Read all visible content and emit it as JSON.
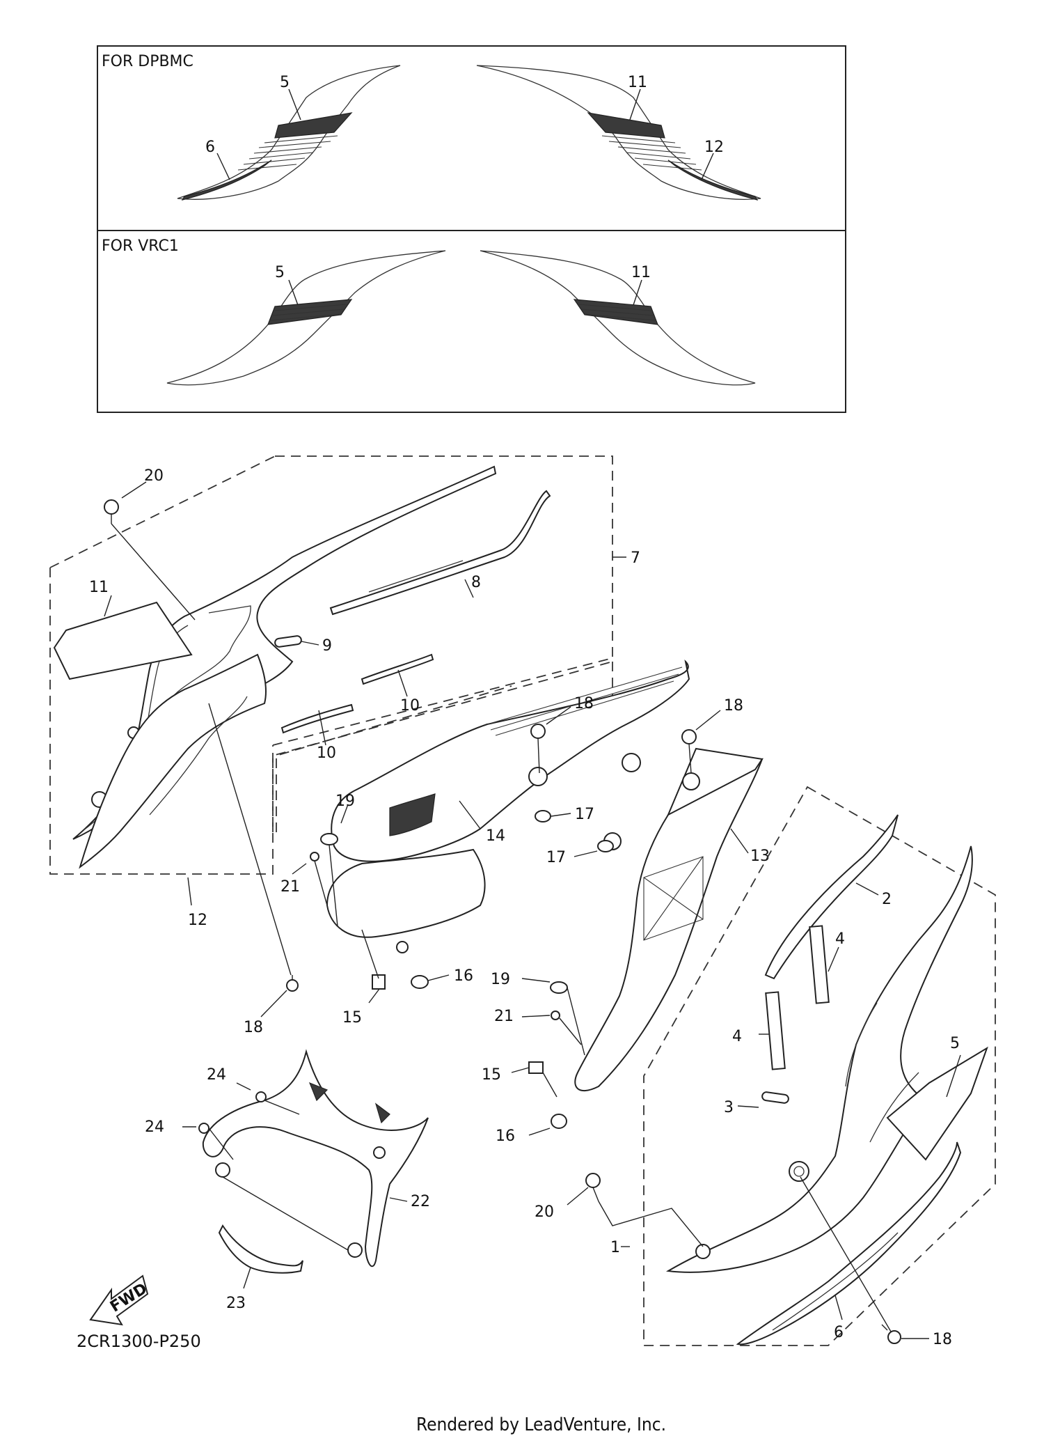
{
  "diagram_code": "2CR1300-P250",
  "credit": "Rendered by LeadVenture, Inc.",
  "boxes": {
    "top": "FOR DPBMC",
    "bottom": "FOR VRC1"
  },
  "fwd": "FWD",
  "colors": {
    "line": "#222222",
    "background": "#ffffff"
  },
  "callouts": {
    "c_box1_5": "5",
    "c_box1_6": "6",
    "c_box1_11": "11",
    "c_box1_12": "12",
    "c_box2_5": "5",
    "c_box2_11": "11",
    "c20a": "20",
    "c11a": "11",
    "c8": "8",
    "c7": "7",
    "c9": "9",
    "c10a": "10",
    "c10b": "10",
    "c12a": "12",
    "c18a": "18",
    "c18b": "18",
    "c18c": "18",
    "c19a": "19",
    "c21a": "21",
    "c14": "14",
    "c17a": "17",
    "c17b": "17",
    "c13": "13",
    "c15a": "15",
    "c16a": "16",
    "c2": "2",
    "c4a": "4",
    "c4b": "4",
    "c19b": "19",
    "c21b": "21",
    "c15b": "15",
    "c16b": "16",
    "c5": "5",
    "c3": "3",
    "c24a": "24",
    "c24b": "24",
    "c22": "22",
    "c23": "23",
    "c20b": "20",
    "c1": "1",
    "c6": "6",
    "c18d": "18"
  }
}
